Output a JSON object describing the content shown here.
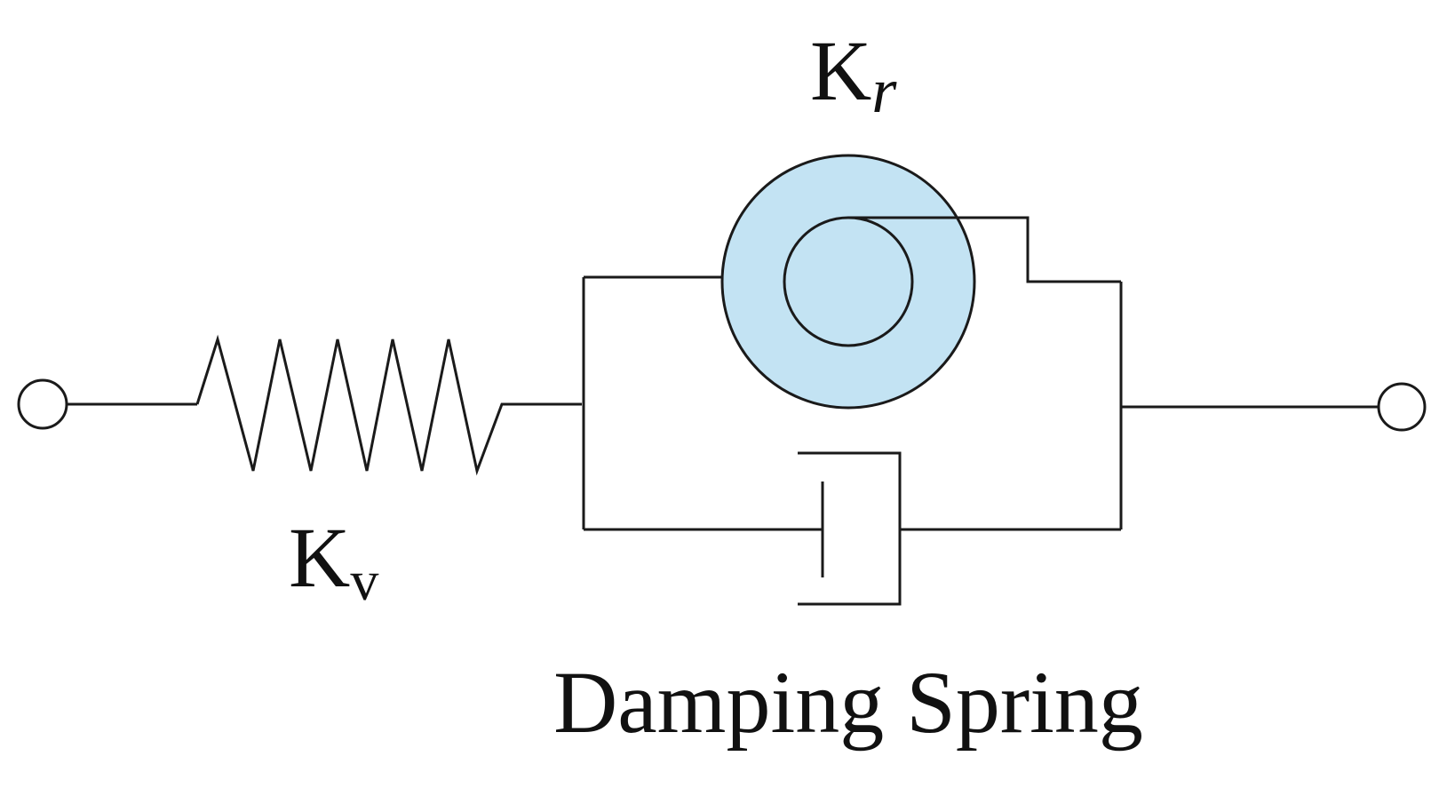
{
  "labels": {
    "rotational_spring": {
      "symbol": "K",
      "subscript": "r"
    },
    "vertical_spring": {
      "symbol": "K",
      "subscript": "v"
    },
    "caption": "Damping Spring"
  },
  "colors": {
    "rotational_spring_fill": "#c3e3f3",
    "line": "#1a1a1a"
  }
}
